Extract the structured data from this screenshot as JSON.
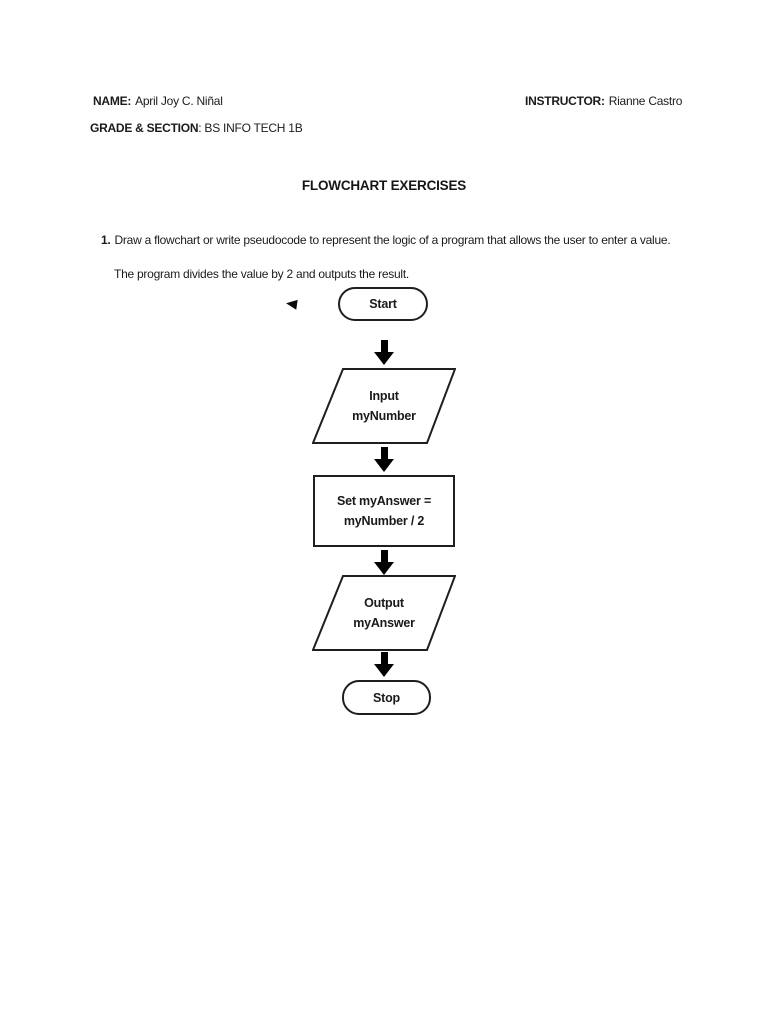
{
  "document": {
    "background_color": "#ffffff",
    "text_color": "#1b1b1b",
    "stroke_color": "#1f1f1f",
    "arrow_color": "#000000"
  },
  "header": {
    "name_label": "NAME:",
    "name_value": "April Joy C. Niñal",
    "instructor_label": "INSTRUCTOR:",
    "instructor_value": "Rianne Castro",
    "grade_section_label": "GRADE & SECTION",
    "grade_section_value": ": BS INFO TECH 1B"
  },
  "title": "FLOWCHART EXERCISES",
  "exercise": {
    "number": "1.",
    "prompt_line1": "Draw a flowchart or write pseudocode to represent the logic of a program that allows the user to enter a value.",
    "prompt_line2": "The program divides the value by 2 and outputs the result."
  },
  "flowchart": {
    "nodes": [
      {
        "id": "start",
        "type": "terminator",
        "label": "Start"
      },
      {
        "id": "input",
        "type": "input-output",
        "line1": "Input",
        "line2": "myNumber"
      },
      {
        "id": "process",
        "type": "process",
        "line1": "Set myAnswer =",
        "line2": "myNumber / 2"
      },
      {
        "id": "output",
        "type": "input-output",
        "line1": "Output",
        "line2": "myAnswer"
      },
      {
        "id": "stop",
        "type": "terminator",
        "label": "Stop"
      }
    ]
  }
}
